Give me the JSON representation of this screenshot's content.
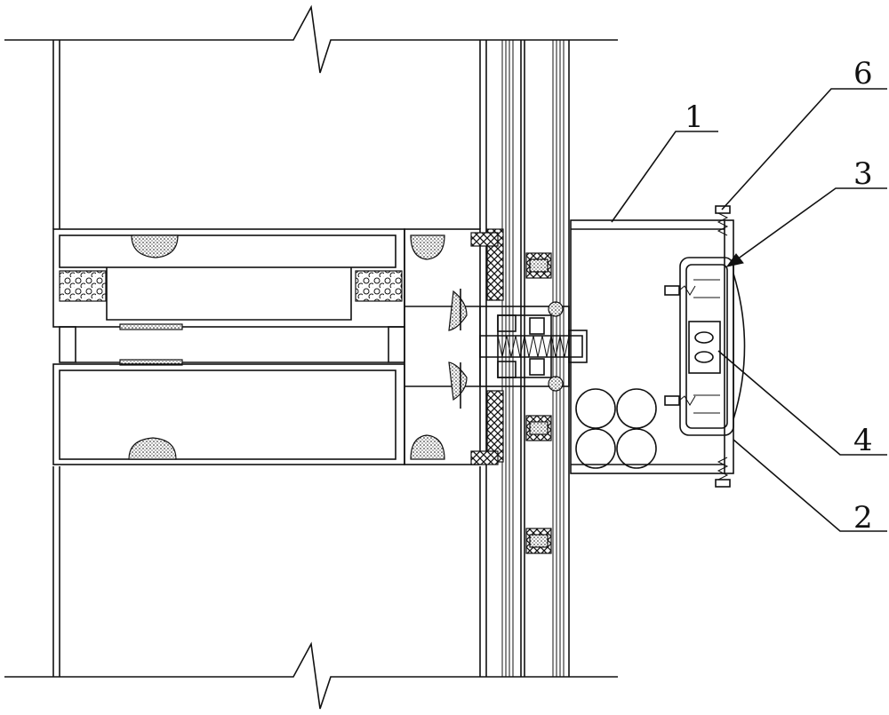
{
  "callouts": [
    {
      "id": "1",
      "text": "1"
    },
    {
      "id": "2",
      "text": "2"
    },
    {
      "id": "3",
      "text": "3"
    },
    {
      "id": "4",
      "text": "4"
    },
    {
      "id": "6",
      "text": "6"
    }
  ]
}
